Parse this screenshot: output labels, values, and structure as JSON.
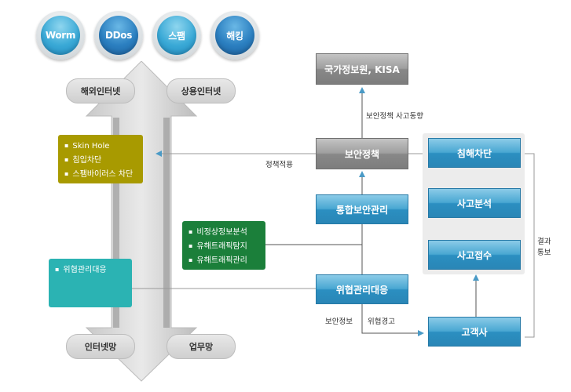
{
  "threats": [
    {
      "label": "Worm"
    },
    {
      "label": "DDos"
    },
    {
      "label": "스팸"
    },
    {
      "label": "해킹"
    }
  ],
  "networks": {
    "overseas": "해외인터넷",
    "commercial": "상용인터넷",
    "internet": "인터넷망",
    "business": "업무망"
  },
  "notes": {
    "blocking": [
      "Skin Hole",
      "침입차단",
      "스팸바이러스 차단"
    ],
    "threat_response": [
      "위협관리대응"
    ],
    "traffic": [
      "비정상정보분석",
      "유해트래픽탐지",
      "유해트래픽관리"
    ]
  },
  "boxes": {
    "kisa": "국가정보원, KISA",
    "security_policy": "보안정책",
    "integrated_security": "통합보안관리",
    "threat_management": "위협관리대응",
    "intrusion_block": "침해차단",
    "incident_analysis": "사고분석",
    "incident_receipt": "사고접수",
    "customer": "고객사"
  },
  "edge_labels": {
    "policy_incident_trend": "보안정책 사고동향",
    "policy_apply": "정책적용",
    "security_info": "보안정보",
    "threat_warning": "위협경고",
    "result_notice_1": "결과",
    "result_notice_2": "통보"
  },
  "colors": {
    "blue_box": "#2b8fc1",
    "gray_box": "#888888",
    "olive_note": "#a89a00",
    "green_note": "#1b7f3a",
    "teal_note": "#2bb3b3"
  }
}
